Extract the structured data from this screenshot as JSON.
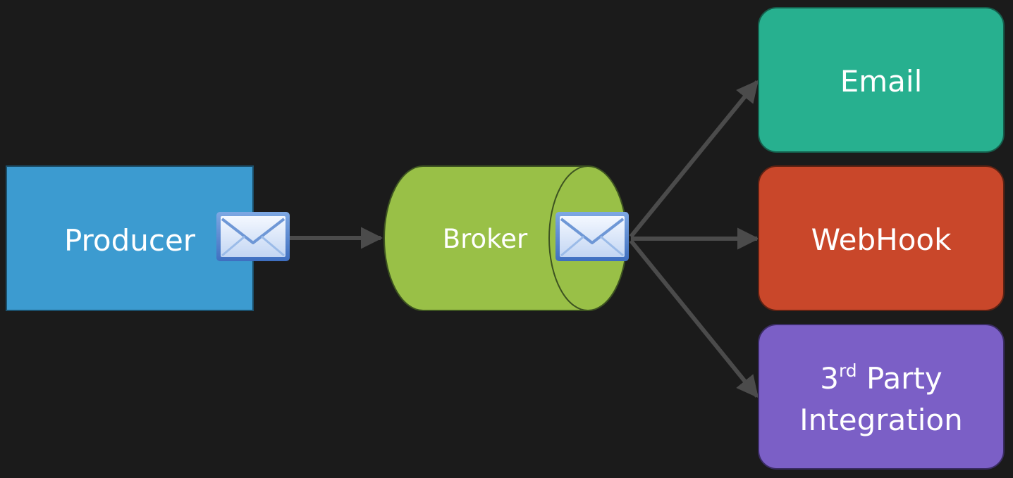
{
  "producer": {
    "label": "Producer"
  },
  "broker": {
    "label": "Broker"
  },
  "consumers": {
    "email": {
      "label": "Email"
    },
    "webhook": {
      "label": "WebHook"
    },
    "third_party": {
      "line1_prefix": "3",
      "line1_sup": "rd",
      "line1_suffix": " Party",
      "line2": "Integration"
    }
  },
  "icons": {
    "producer_message": "envelope-icon",
    "broker_message": "envelope-icon"
  },
  "colors": {
    "background": "#1b1b1b",
    "producer": "#3c9bd0",
    "broker": "#99c047",
    "email": "#27b08f",
    "webhook": "#c9472a",
    "third_party": "#7b5fc6",
    "arrow": "#4b4b4b"
  }
}
